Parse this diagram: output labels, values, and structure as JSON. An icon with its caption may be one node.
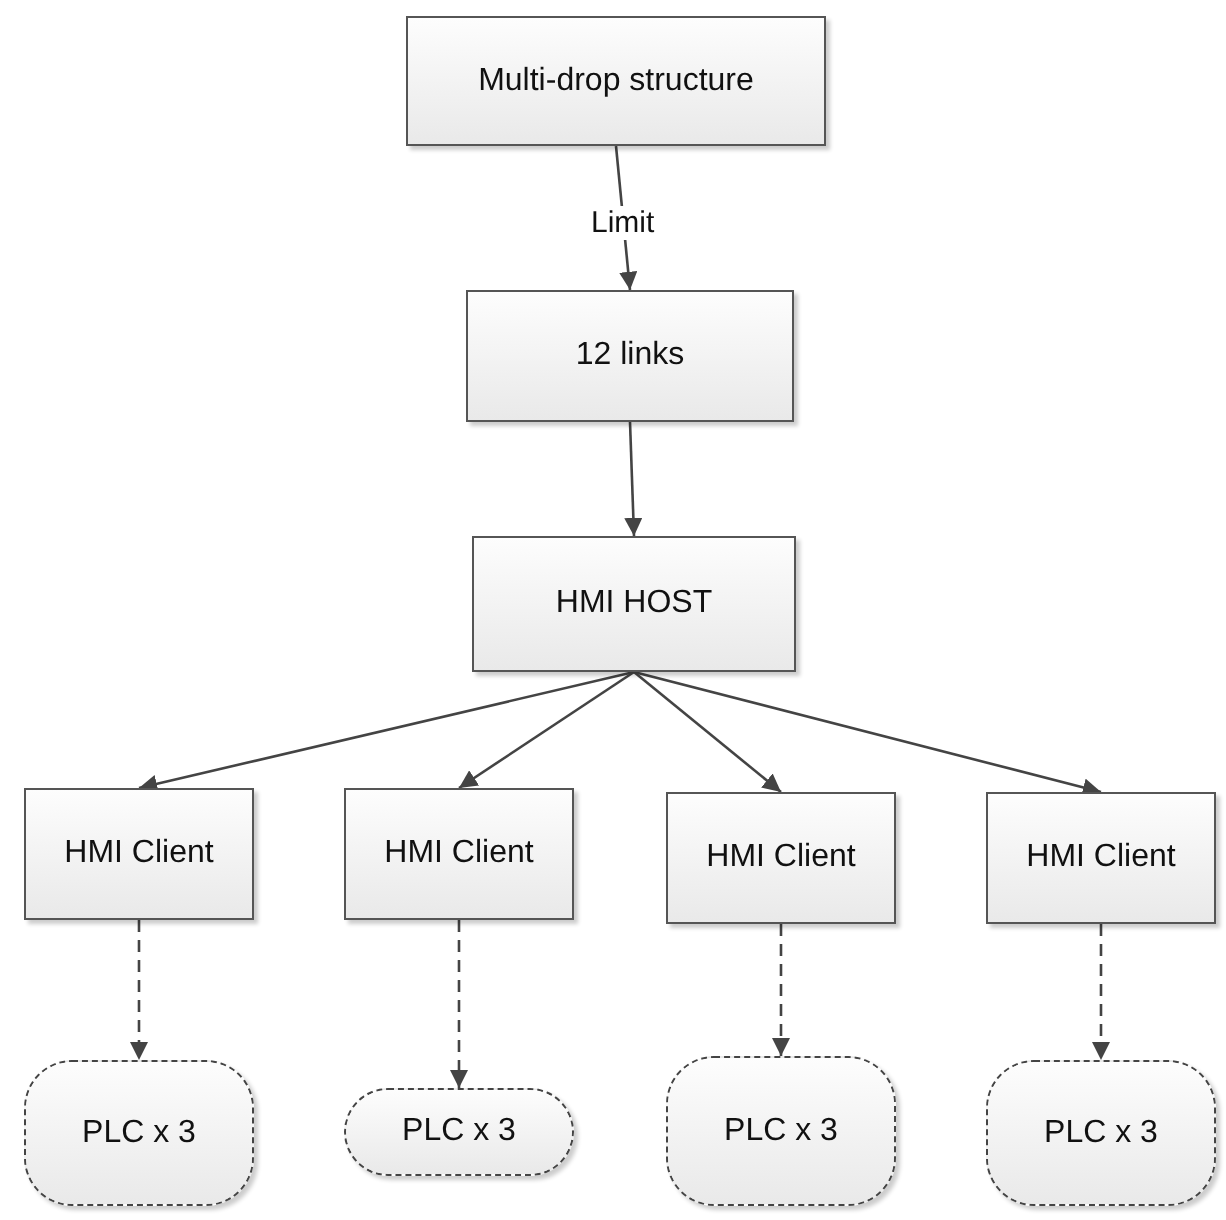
{
  "diagram": {
    "nodes": [
      {
        "text": [
          "Multi-drop structure"
        ]
      },
      {
        "text": [
          "12 links"
        ]
      },
      {
        "text": [
          "HMI HOST"
        ]
      },
      {
        "text": [
          "HMI Client"
        ]
      },
      {
        "text": [
          "HMI Client"
        ]
      },
      {
        "text": [
          "HMI Client"
        ]
      },
      {
        "text": [
          "HMI Client"
        ]
      },
      {
        "text": [
          "PLC x 3"
        ]
      },
      {
        "text": [
          "PLC x 3"
        ]
      },
      {
        "text": [
          "PLC x 3"
        ]
      },
      {
        "text": [
          "PLC x 3"
        ]
      }
    ],
    "edges": [
      {
        "from": 0,
        "to": 1,
        "arrow": "to",
        "label": "Limit"
      },
      {
        "from": 1,
        "to": 2,
        "arrow": "to"
      },
      {
        "from": 2,
        "to": 3,
        "arrow": "to"
      },
      {
        "from": 2,
        "to": 4,
        "arrow": "to"
      },
      {
        "from": 2,
        "to": 5,
        "arrow": "to"
      },
      {
        "from": 2,
        "to": 6,
        "arrow": "to"
      },
      {
        "from": 3,
        "to": 7,
        "arrow": "to",
        "style": "dashed"
      },
      {
        "from": 4,
        "to": 8,
        "arrow": "to",
        "style": "dashed"
      },
      {
        "from": 5,
        "to": 9,
        "arrow": "to",
        "style": "dashed"
      },
      {
        "from": 6,
        "to": 10,
        "arrow": "to",
        "style": "dashed"
      }
    ]
  }
}
